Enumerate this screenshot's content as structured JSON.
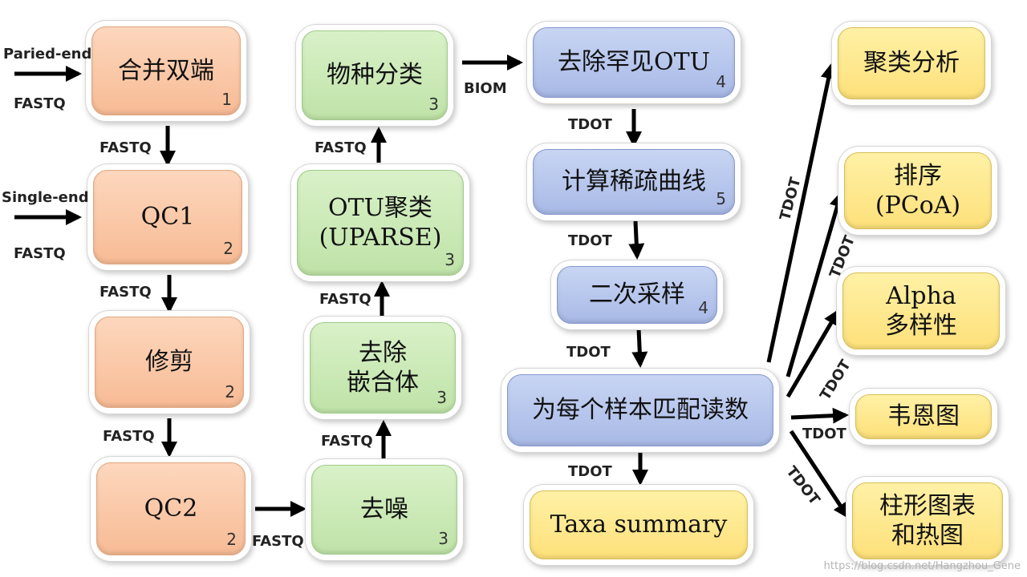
{
  "boxes": {
    "merge": {
      "label": "合并双端",
      "num": "1"
    },
    "qc1": {
      "label": "QC1",
      "num": "2"
    },
    "trim": {
      "label": "修剪",
      "num": "2"
    },
    "qc2": {
      "label": "QC2",
      "num": "2"
    },
    "denoise": {
      "label": "去噪",
      "num": "3"
    },
    "chimera": {
      "label": "去除\n嵌合体",
      "num": "3"
    },
    "otu": {
      "label": "OTU聚类\n(UPARSE)",
      "num": "3"
    },
    "taxon": {
      "label": "物种分类",
      "num": "3"
    },
    "rare": {
      "label": "去除罕见OTU",
      "num": "4"
    },
    "curve": {
      "label": "计算稀疏曲线",
      "num": "5"
    },
    "subsample": {
      "label": "二次采样",
      "num": "4"
    },
    "count": {
      "label": "为每个样本匹配读数",
      "num": ""
    },
    "taxa": {
      "label": "Taxa summary",
      "num": ""
    },
    "cluster": {
      "label": "聚类分析",
      "num": ""
    },
    "pcoa": {
      "label": "排序\n(PCoA)",
      "num": ""
    },
    "alpha": {
      "label": "Alpha\n多样性",
      "num": ""
    },
    "venn": {
      "label": "韦恩图",
      "num": ""
    },
    "bar": {
      "label": "柱形图表\n和热图",
      "num": ""
    }
  },
  "labels": {
    "paired": "Paried-end",
    "fastq_in1": "FASTQ",
    "single": "Single-end",
    "fastq_in2": "FASTQ",
    "f1": "FASTQ",
    "f2": "FASTQ",
    "f3": "FASTQ",
    "f4": "FASTQ",
    "f5": "FASTQ",
    "f6": "FASTQ",
    "f7": "FASTQ",
    "biom": "BIOM",
    "t1": "TDOT",
    "t2": "TDOT",
    "t3": "TDOT",
    "t4": "TDOT",
    "t_cluster": "TDOT",
    "t_pcoa": "TDOT",
    "t_alpha": "TDOT",
    "t_venn": "TDOT",
    "t_bar": "TDOT"
  },
  "watermark": "https://blog.csdn.net/Hangzhou_Gene"
}
